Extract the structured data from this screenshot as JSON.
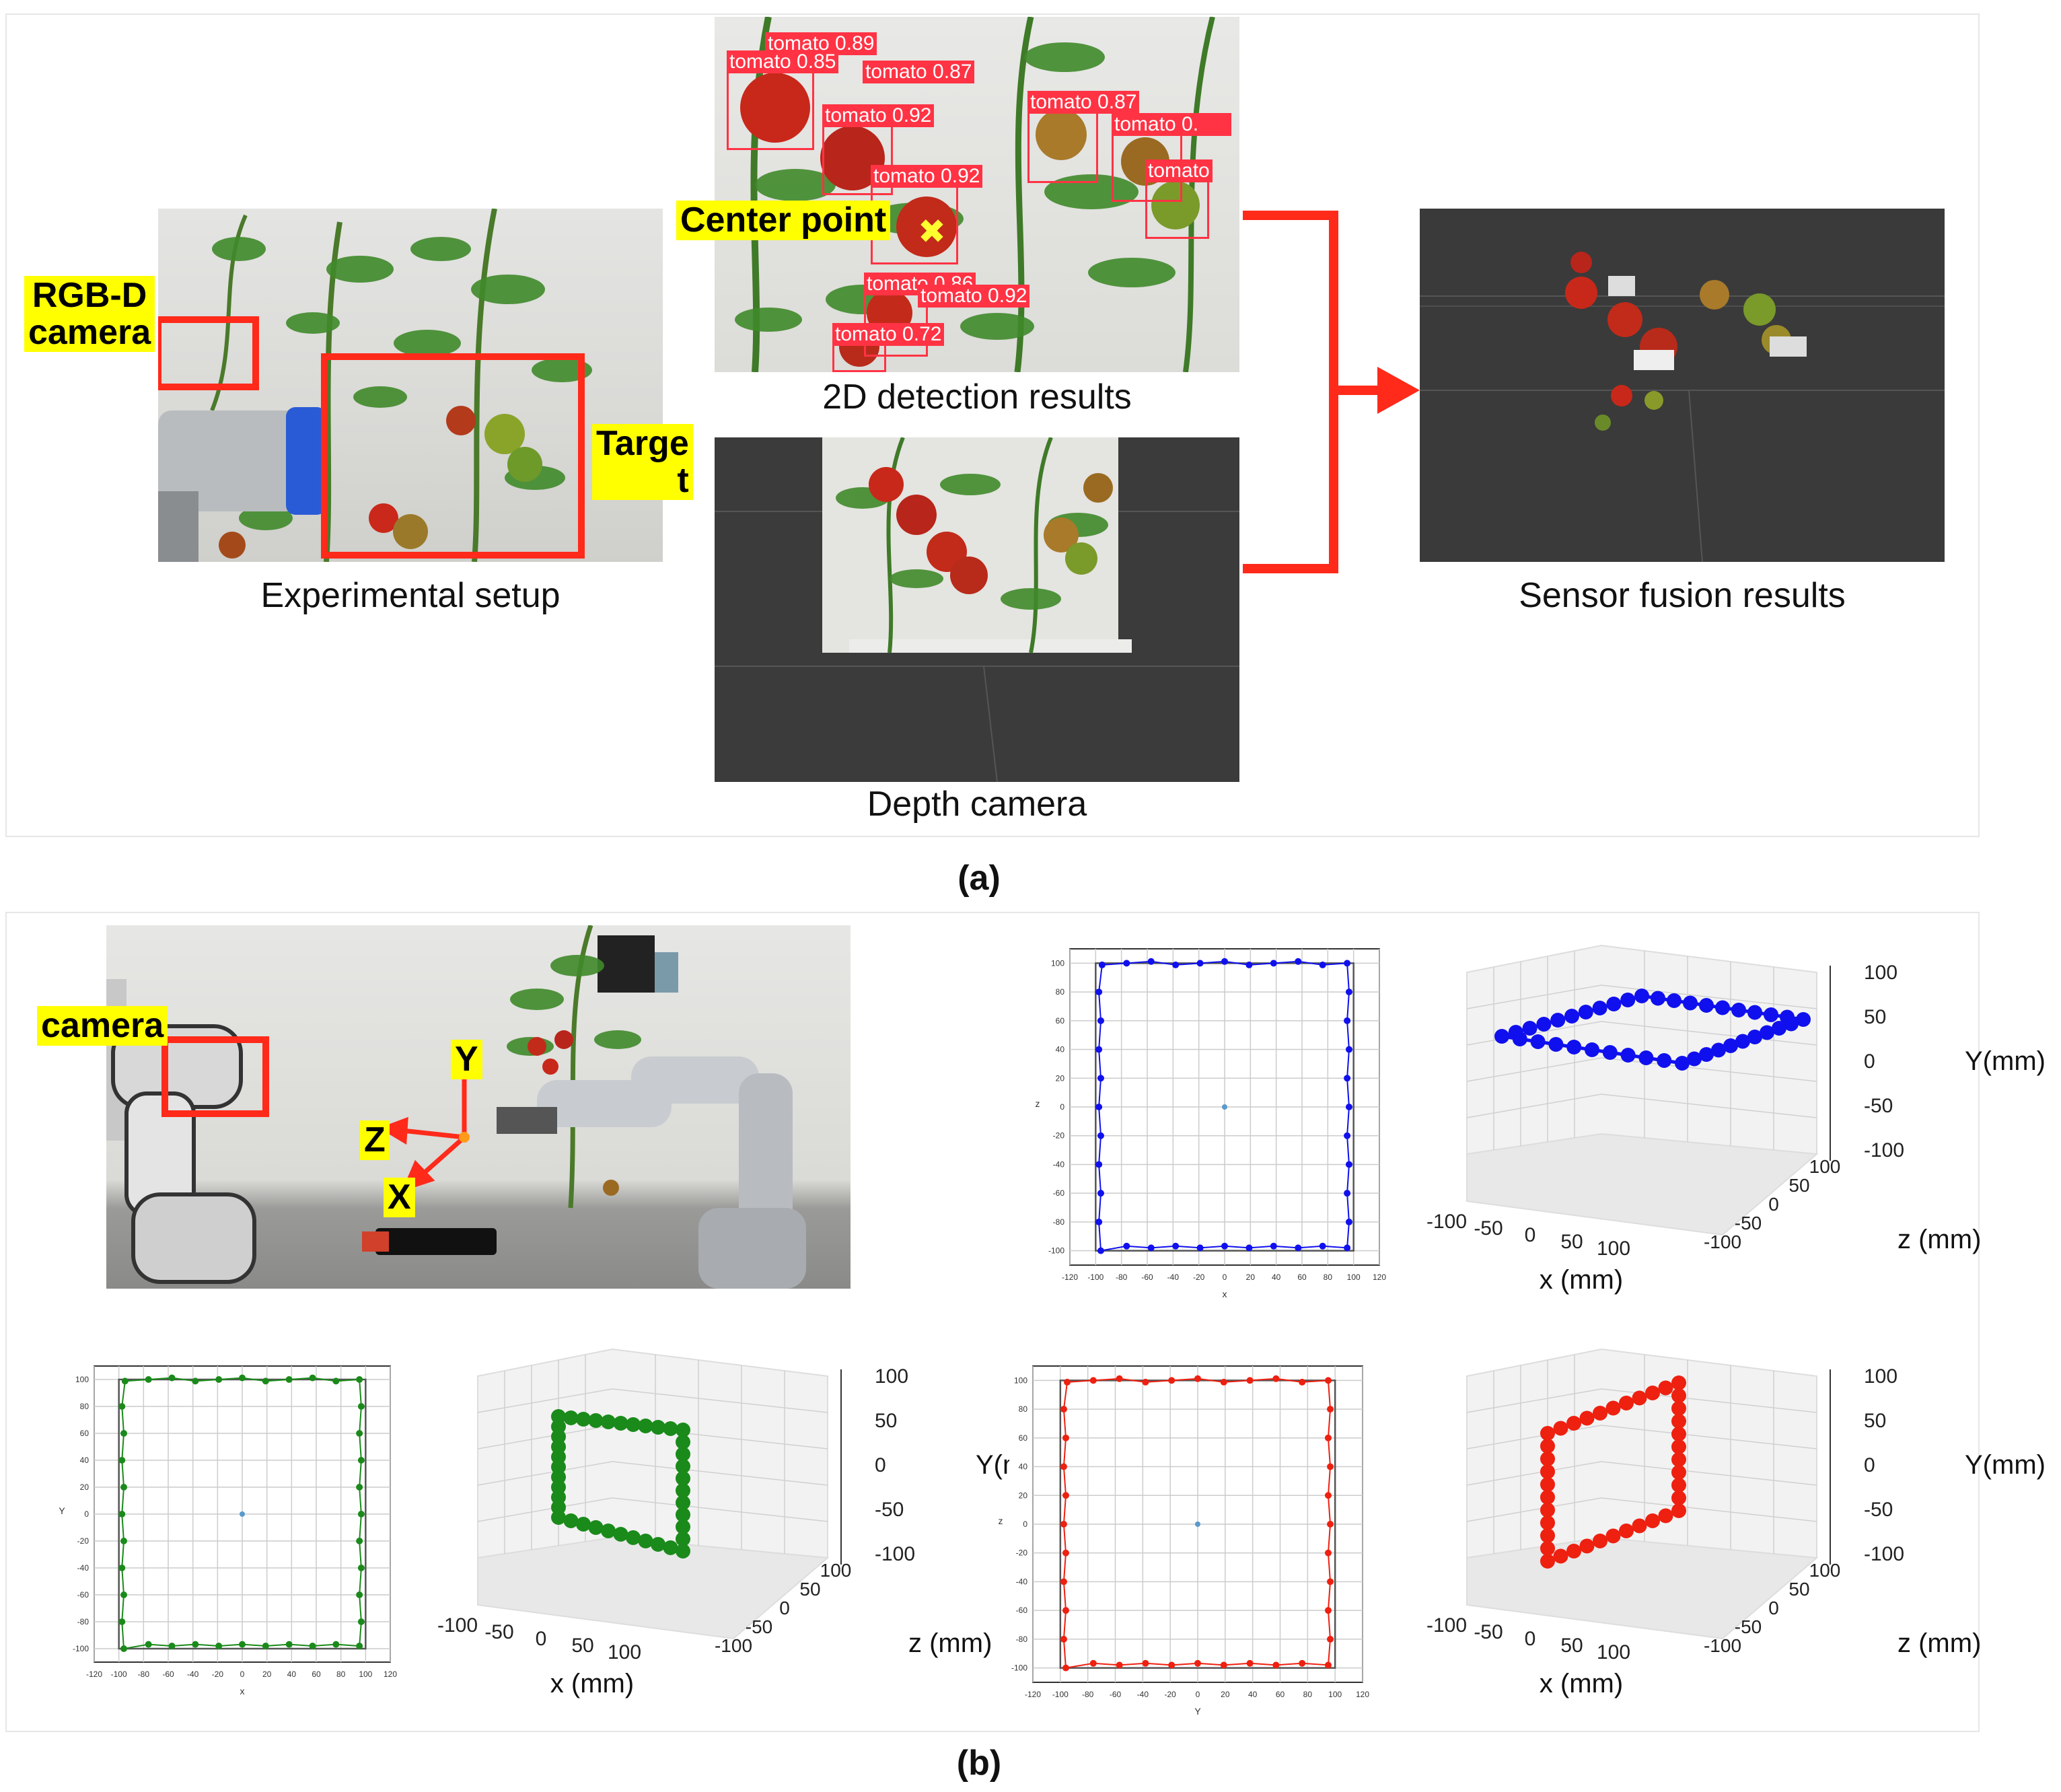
{
  "panel_a": {
    "label": "(a)",
    "experimental_setup": {
      "caption": "Experimental setup",
      "camera_label_line1": "RGB-D",
      "camera_label_line2": "camera",
      "target_line1": "Targe",
      "target_line2": "t"
    },
    "detection": {
      "caption": "2D detection results",
      "center_point": "Center point",
      "boxes": [
        "tomato 0.89",
        "tomato 0.85",
        "tomato 0.87",
        "tomato 0.92",
        "tomato 0.87",
        "tomato 0.",
        "tomato 0.92",
        "tomato",
        "tomato 0.86",
        "tomato 0.92",
        "tomato 0.72"
      ]
    },
    "depth": {
      "caption": "Depth camera"
    },
    "fusion": {
      "caption": "Sensor fusion results"
    }
  },
  "panel_b": {
    "label": "(b)",
    "robot_photo": {
      "camera_label": "camera",
      "axis_y": "Y",
      "axis_z": "Z",
      "axis_x": "X"
    },
    "plots_2d": [
      {
        "id": "xz-blue",
        "color": "#1010ee",
        "xlabel": "x",
        "ylabel": "z",
        "xticks": [
          "-120",
          "-100",
          "-80",
          "-60",
          "-40",
          "-20",
          "0",
          "20",
          "40",
          "60",
          "80",
          "100",
          "120"
        ],
        "yticks": [
          "100",
          "80",
          "60",
          "40",
          "20",
          "0",
          "-20",
          "-40",
          "-60",
          "-80",
          "-100"
        ]
      },
      {
        "id": "xy-green",
        "color": "#1a8a1a",
        "xlabel": "x",
        "ylabel": "Y",
        "xticks": [
          "-120",
          "-100",
          "-80",
          "-60",
          "-40",
          "-20",
          "0",
          "20",
          "40",
          "60",
          "80",
          "100",
          "120"
        ],
        "yticks": [
          "100",
          "80",
          "60",
          "40",
          "20",
          "0",
          "-20",
          "-40",
          "-60",
          "-80",
          "-100"
        ]
      },
      {
        "id": "yz-red",
        "color": "#ee2010",
        "xlabel": "Y",
        "ylabel": "z",
        "xticks": [
          "-120",
          "-100",
          "-80",
          "-60",
          "-40",
          "-20",
          "0",
          "20",
          "40",
          "60",
          "80",
          "100",
          "120"
        ],
        "yticks": [
          "100",
          "80",
          "60",
          "40",
          "20",
          "0",
          "-20",
          "-40",
          "-60",
          "-80",
          "-100"
        ]
      }
    ],
    "plots_3d": [
      {
        "id": "3d-blue",
        "color": "#1010ee",
        "x_label": "x (mm)",
        "z_label": "z (mm)",
        "y_label": "Y(mm)",
        "x_ticks": [
          "-100",
          "-50",
          "0",
          "50",
          "100"
        ],
        "z_ticks": [
          "-100",
          "-50",
          "0",
          "50",
          "100"
        ],
        "y_ticks": [
          "100",
          "50",
          "0",
          "-50",
          "-100"
        ]
      },
      {
        "id": "3d-green",
        "color": "#1a8a1a",
        "x_label": "x (mm)",
        "z_label": "z (mm)",
        "y_label": "Y(mm)",
        "x_ticks": [
          "-100",
          "-50",
          "0",
          "50",
          "100"
        ],
        "z_ticks": [
          "-100",
          "-50",
          "0",
          "50",
          "100"
        ],
        "y_ticks": [
          "100",
          "50",
          "0",
          "-50",
          "-100"
        ]
      },
      {
        "id": "3d-red",
        "color": "#ee2010",
        "x_label": "x (mm)",
        "z_label": "z (mm)",
        "y_label": "Y(mm)",
        "x_ticks": [
          "-100",
          "-50",
          "0",
          "50",
          "100"
        ],
        "z_ticks": [
          "-100",
          "-50",
          "0",
          "50",
          "100"
        ],
        "y_ticks": [
          "100",
          "50",
          "0",
          "-50",
          "-100"
        ]
      }
    ]
  },
  "colors": {
    "highlight": "#ffff00",
    "arrow_red": "#ff2a1a",
    "dark_scene": "#3a3a3a"
  }
}
